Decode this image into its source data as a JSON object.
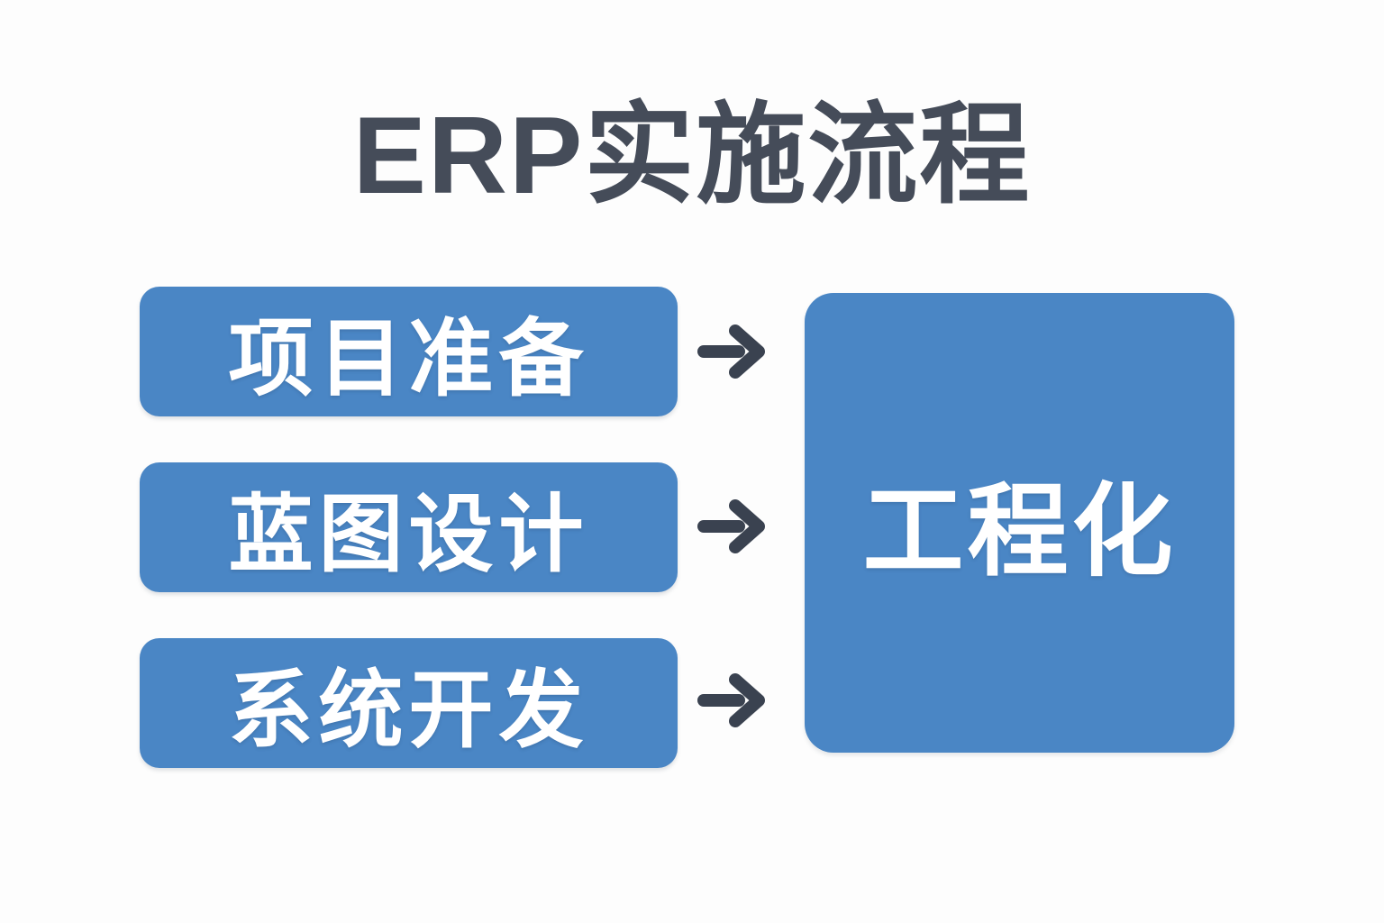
{
  "title": "ERP实施流程",
  "steps": [
    {
      "label": "项目准备"
    },
    {
      "label": "蓝图设计"
    },
    {
      "label": "系统开发"
    }
  ],
  "result": {
    "label": "工程化"
  },
  "icons": {
    "arrow_1": "right-arrow",
    "arrow_2": "right-arrow",
    "arrow_3": "right-arrow"
  },
  "colors": {
    "accent": "#4a86c5",
    "title_ink": "#454c59",
    "arrow": "#3a4250",
    "background": "#fdfdfd",
    "box_text": "#ffffff"
  }
}
